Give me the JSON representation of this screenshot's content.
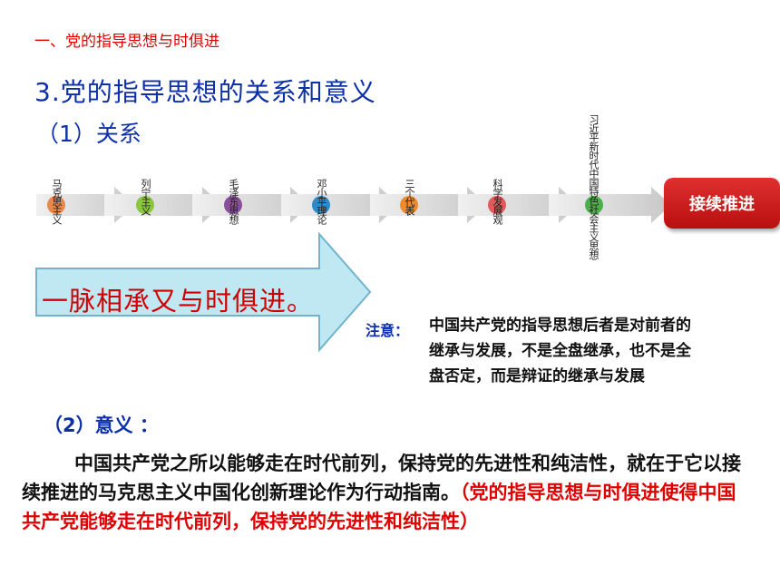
{
  "header": {
    "section_title": "一、党的指导思想与时俱进",
    "subtitle": "3.党的指导思想的关系和意义",
    "relation_label": "（1）关系"
  },
  "flow": {
    "nodes": [
      {
        "label": "马克思主义",
        "color": "#e8894a"
      },
      {
        "label": "列宁主义",
        "color": "#8bc63f"
      },
      {
        "label": "毛泽东思想",
        "color": "#8a4f9a"
      },
      {
        "label": "邓小平理论",
        "color": "#2e8bc9"
      },
      {
        "label": "三个代表",
        "color": "#f08a2a"
      },
      {
        "label": "科学发展观",
        "color": "#e25a5a"
      },
      {
        "label": "习近平新时代中国特色社会主义思想",
        "color": "#4bb04a"
      }
    ],
    "end_button": "接续推进"
  },
  "big_arrow_text": "一脉相承又与时俱进。",
  "note": {
    "label": "注意：",
    "text": "中国共产党的指导思想后者是对前者的继承与发展，不是全盘继承，也不是全盘否定，而是辩证的继承与发展"
  },
  "meaning": {
    "label": "（2）意义 ：",
    "text_black": "中国共产党之所以能够走在时代前列，保持党的先进性和纯洁性，就在于它以接续推进的马克思主义中国化创新理论作为行动指南。",
    "text_red": "（党的指导思想与时俱进使得中国共产党能够走在时代前列，保持党的先进性和纯洁性）"
  }
}
